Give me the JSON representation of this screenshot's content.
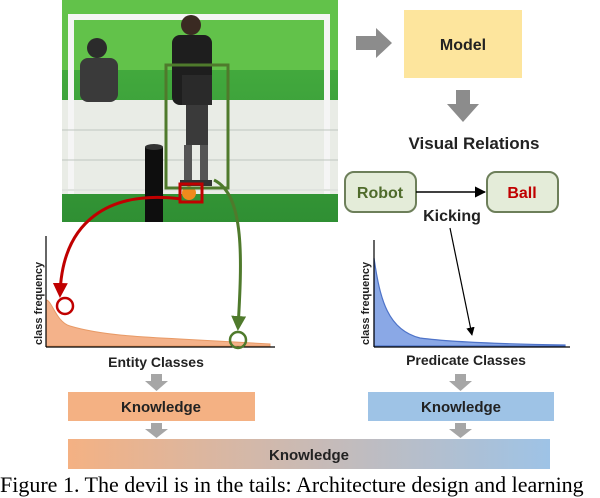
{
  "figure": {
    "model_label": "Model",
    "visual_relations_label": "Visual Relations",
    "subject_label": "Robot",
    "object_label": "Ball",
    "predicate_label": "Kicking",
    "entity_chart": {
      "ylabel": "class frequency",
      "xlabel": "Entity Classes"
    },
    "predicate_chart": {
      "ylabel": "class frequency",
      "xlabel": "Predicate Classes"
    },
    "entity_knowledge_label": "Knowledge",
    "predicate_knowledge_label": "Knowledge",
    "combined_knowledge_label": "Knowledge",
    "caption": "Figure 1. The devil is in the tails: Architecture design and learning",
    "colors": {
      "model_box": "#fde59d",
      "relation_box_fill": "#e4ecd9",
      "relation_box_border": "#6d7f5a",
      "robot_text": "#4f6b2b",
      "ball_text": "#c00000",
      "entity_curve": "#f4b28a",
      "predicate_curve": "#6c8fd8",
      "entity_knowledge": "#f4b183",
      "predicate_knowledge": "#9ec3e6",
      "grey_arrow": "#8c8c8c",
      "red_arrow": "#c00000",
      "green_arrow": "#4f7a2c"
    }
  }
}
